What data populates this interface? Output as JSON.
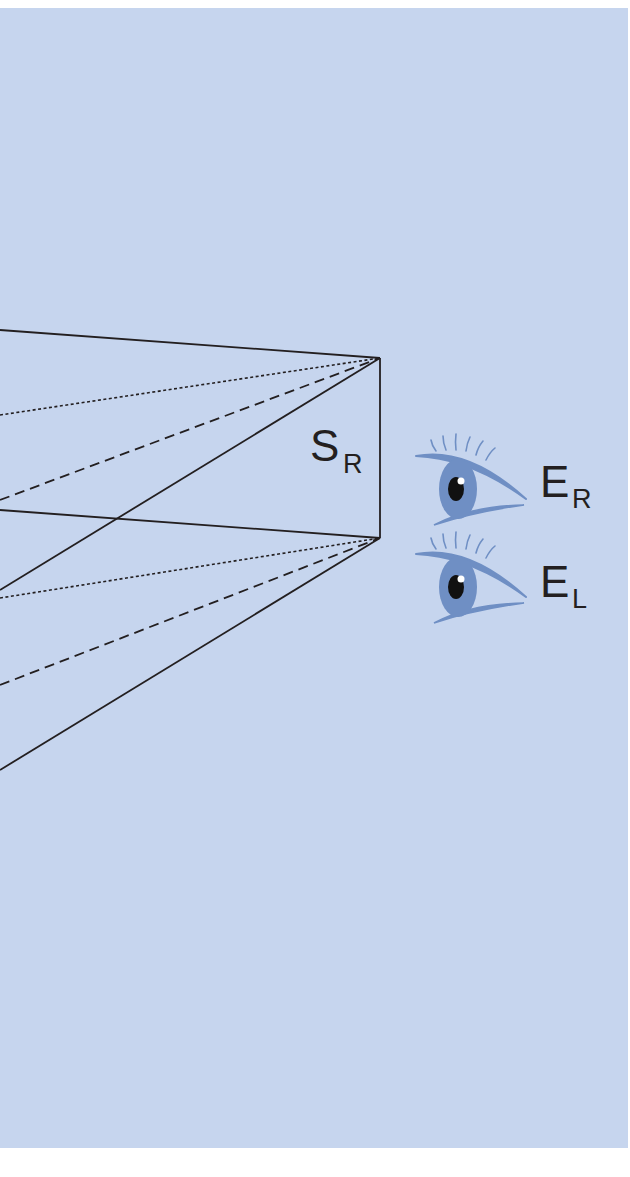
{
  "diagram": {
    "labels": [
      "S",
      "R",
      "E",
      "R",
      "E",
      "L"
    ]
  }
}
